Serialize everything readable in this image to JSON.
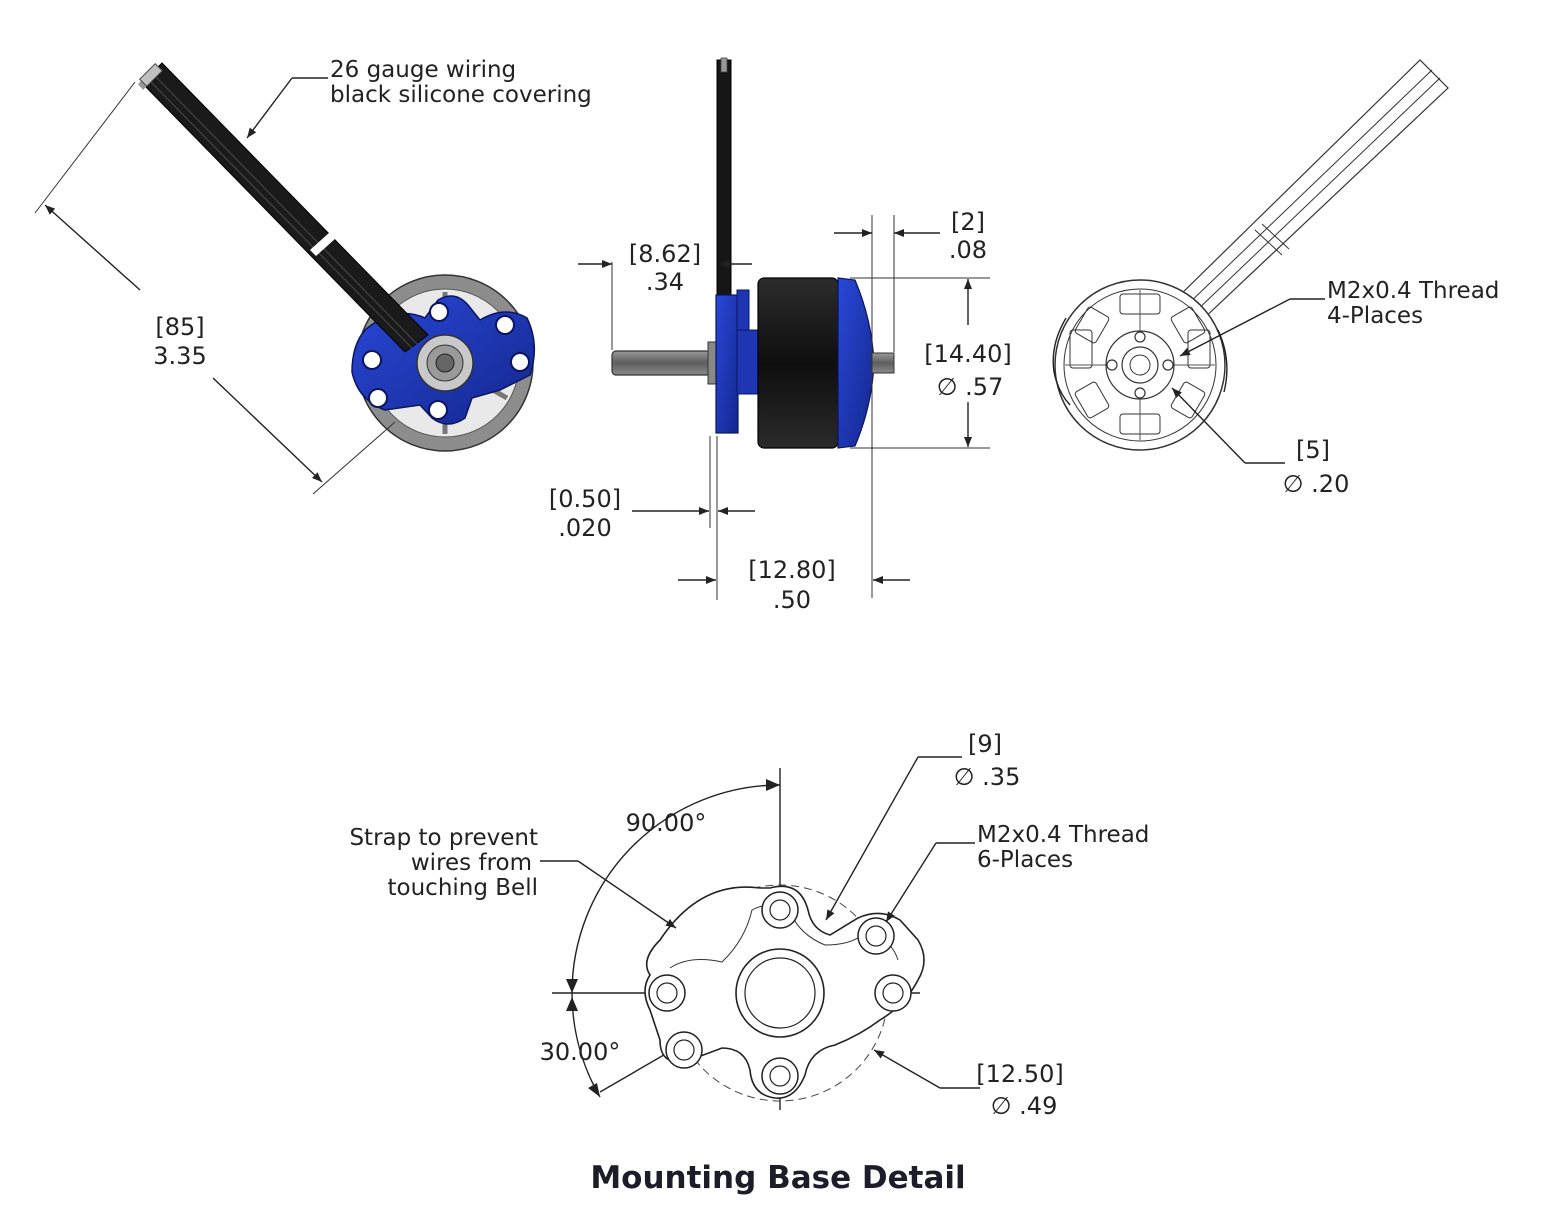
{
  "top_left_view": {
    "wire_note_line1": "26 gauge wiring",
    "wire_note_line2": "black silicone covering",
    "length_mm": "[85]",
    "length_in": "3.35"
  },
  "side_view": {
    "shaft_mm": "[8.62]",
    "shaft_in": ".34",
    "gap_mm": "[2]",
    "gap_in": ".08",
    "dia_mm": "[14.40]",
    "dia_in": "∅ .57",
    "flange_mm": "[0.50]",
    "flange_in": ".020",
    "body_mm": "[12.80]",
    "body_in": ".50"
  },
  "top_right_view": {
    "thread_line1": "M2x0.4 Thread",
    "thread_line2": "4-Places",
    "hole_mm": "[5]",
    "hole_in": "∅ .20"
  },
  "mounting_base": {
    "angle_top": "90.00°",
    "angle_bottom": "30.00°",
    "strap_line1": "Strap to prevent",
    "strap_line2": "wires from",
    "strap_line3": "touching Bell",
    "boss_mm": "[9]",
    "boss_in": "∅ .35",
    "thread_line1": "M2x0.4 Thread",
    "thread_line2": "6-Places",
    "bolt_circle_mm": "[12.50]",
    "bolt_circle_in": "∅ .49",
    "caption": "Mounting Base Detail"
  },
  "colors": {
    "motor_blue": "#1c35b8",
    "motor_black": "#141414",
    "shaft_grey": "#7a7a7a"
  }
}
